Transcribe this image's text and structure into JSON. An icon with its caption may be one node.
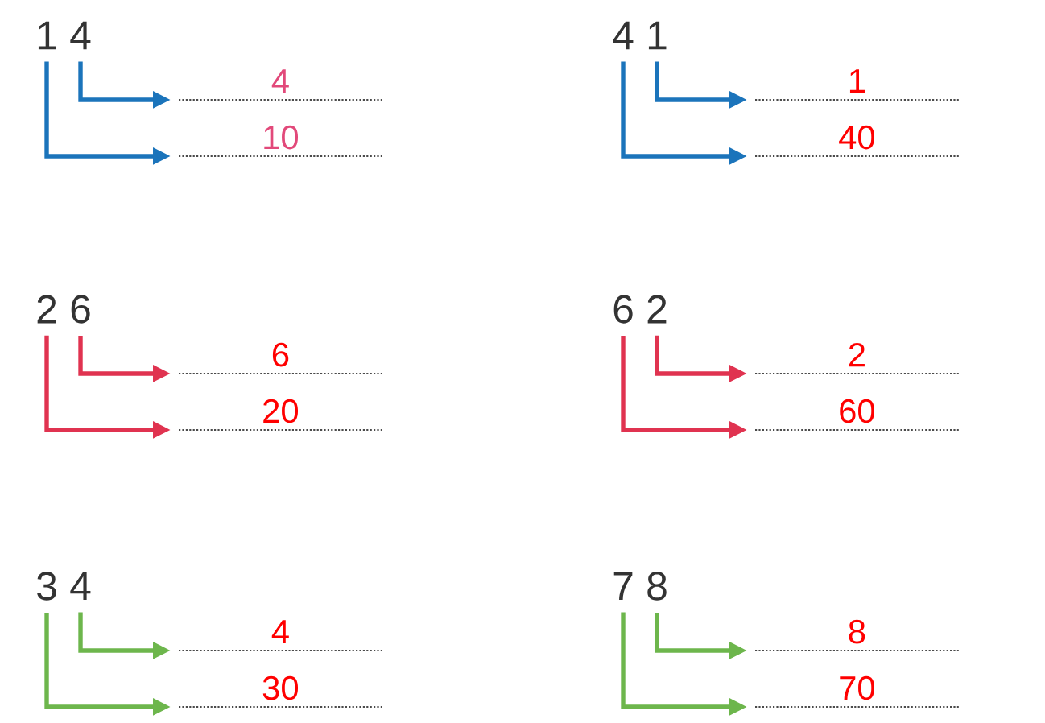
{
  "diagram": {
    "nodes": [
      {
        "text": [
          "1"
        ]
      },
      {
        "text": [
          "4"
        ]
      },
      {
        "text": [
          "4"
        ]
      },
      {
        "text": [
          "10"
        ]
      },
      {
        "text": [
          "4"
        ]
      },
      {
        "text": [
          "1"
        ]
      },
      {
        "text": [
          "1"
        ]
      },
      {
        "text": [
          "40"
        ]
      },
      {
        "text": [
          "2"
        ]
      },
      {
        "text": [
          "6"
        ]
      },
      {
        "text": [
          "6"
        ]
      },
      {
        "text": [
          "20"
        ]
      },
      {
        "text": [
          "6"
        ]
      },
      {
        "text": [
          "2"
        ]
      },
      {
        "text": [
          "2"
        ]
      },
      {
        "text": [
          "60"
        ]
      },
      {
        "text": [
          "3"
        ]
      },
      {
        "text": [
          "4"
        ]
      },
      {
        "text": [
          "4"
        ]
      },
      {
        "text": [
          "30"
        ]
      },
      {
        "text": [
          "7"
        ]
      },
      {
        "text": [
          "8"
        ]
      },
      {
        "text": [
          "8"
        ]
      },
      {
        "text": [
          "70"
        ]
      }
    ],
    "edges": [
      {
        "from": 1,
        "to": 2,
        "arrow": "to",
        "color": "#1b74bb"
      },
      {
        "from": 0,
        "to": 3,
        "arrow": "to",
        "color": "#1b74bb"
      },
      {
        "from": 5,
        "to": 6,
        "arrow": "to",
        "color": "#1b74bb"
      },
      {
        "from": 4,
        "to": 7,
        "arrow": "to",
        "color": "#1b74bb"
      },
      {
        "from": 9,
        "to": 10,
        "arrow": "to",
        "color": "#e03350"
      },
      {
        "from": 8,
        "to": 11,
        "arrow": "to",
        "color": "#e03350"
      },
      {
        "from": 13,
        "to": 14,
        "arrow": "to",
        "color": "#e03350"
      },
      {
        "from": 12,
        "to": 15,
        "arrow": "to",
        "color": "#e03350"
      },
      {
        "from": 17,
        "to": 18,
        "arrow": "to",
        "color": "#6db64c"
      },
      {
        "from": 16,
        "to": 19,
        "arrow": "to",
        "color": "#6db64c"
      },
      {
        "from": 21,
        "to": 22,
        "arrow": "to",
        "color": "#6db64c"
      },
      {
        "from": 20,
        "to": 23,
        "arrow": "to",
        "color": "#6db64c"
      }
    ]
  }
}
